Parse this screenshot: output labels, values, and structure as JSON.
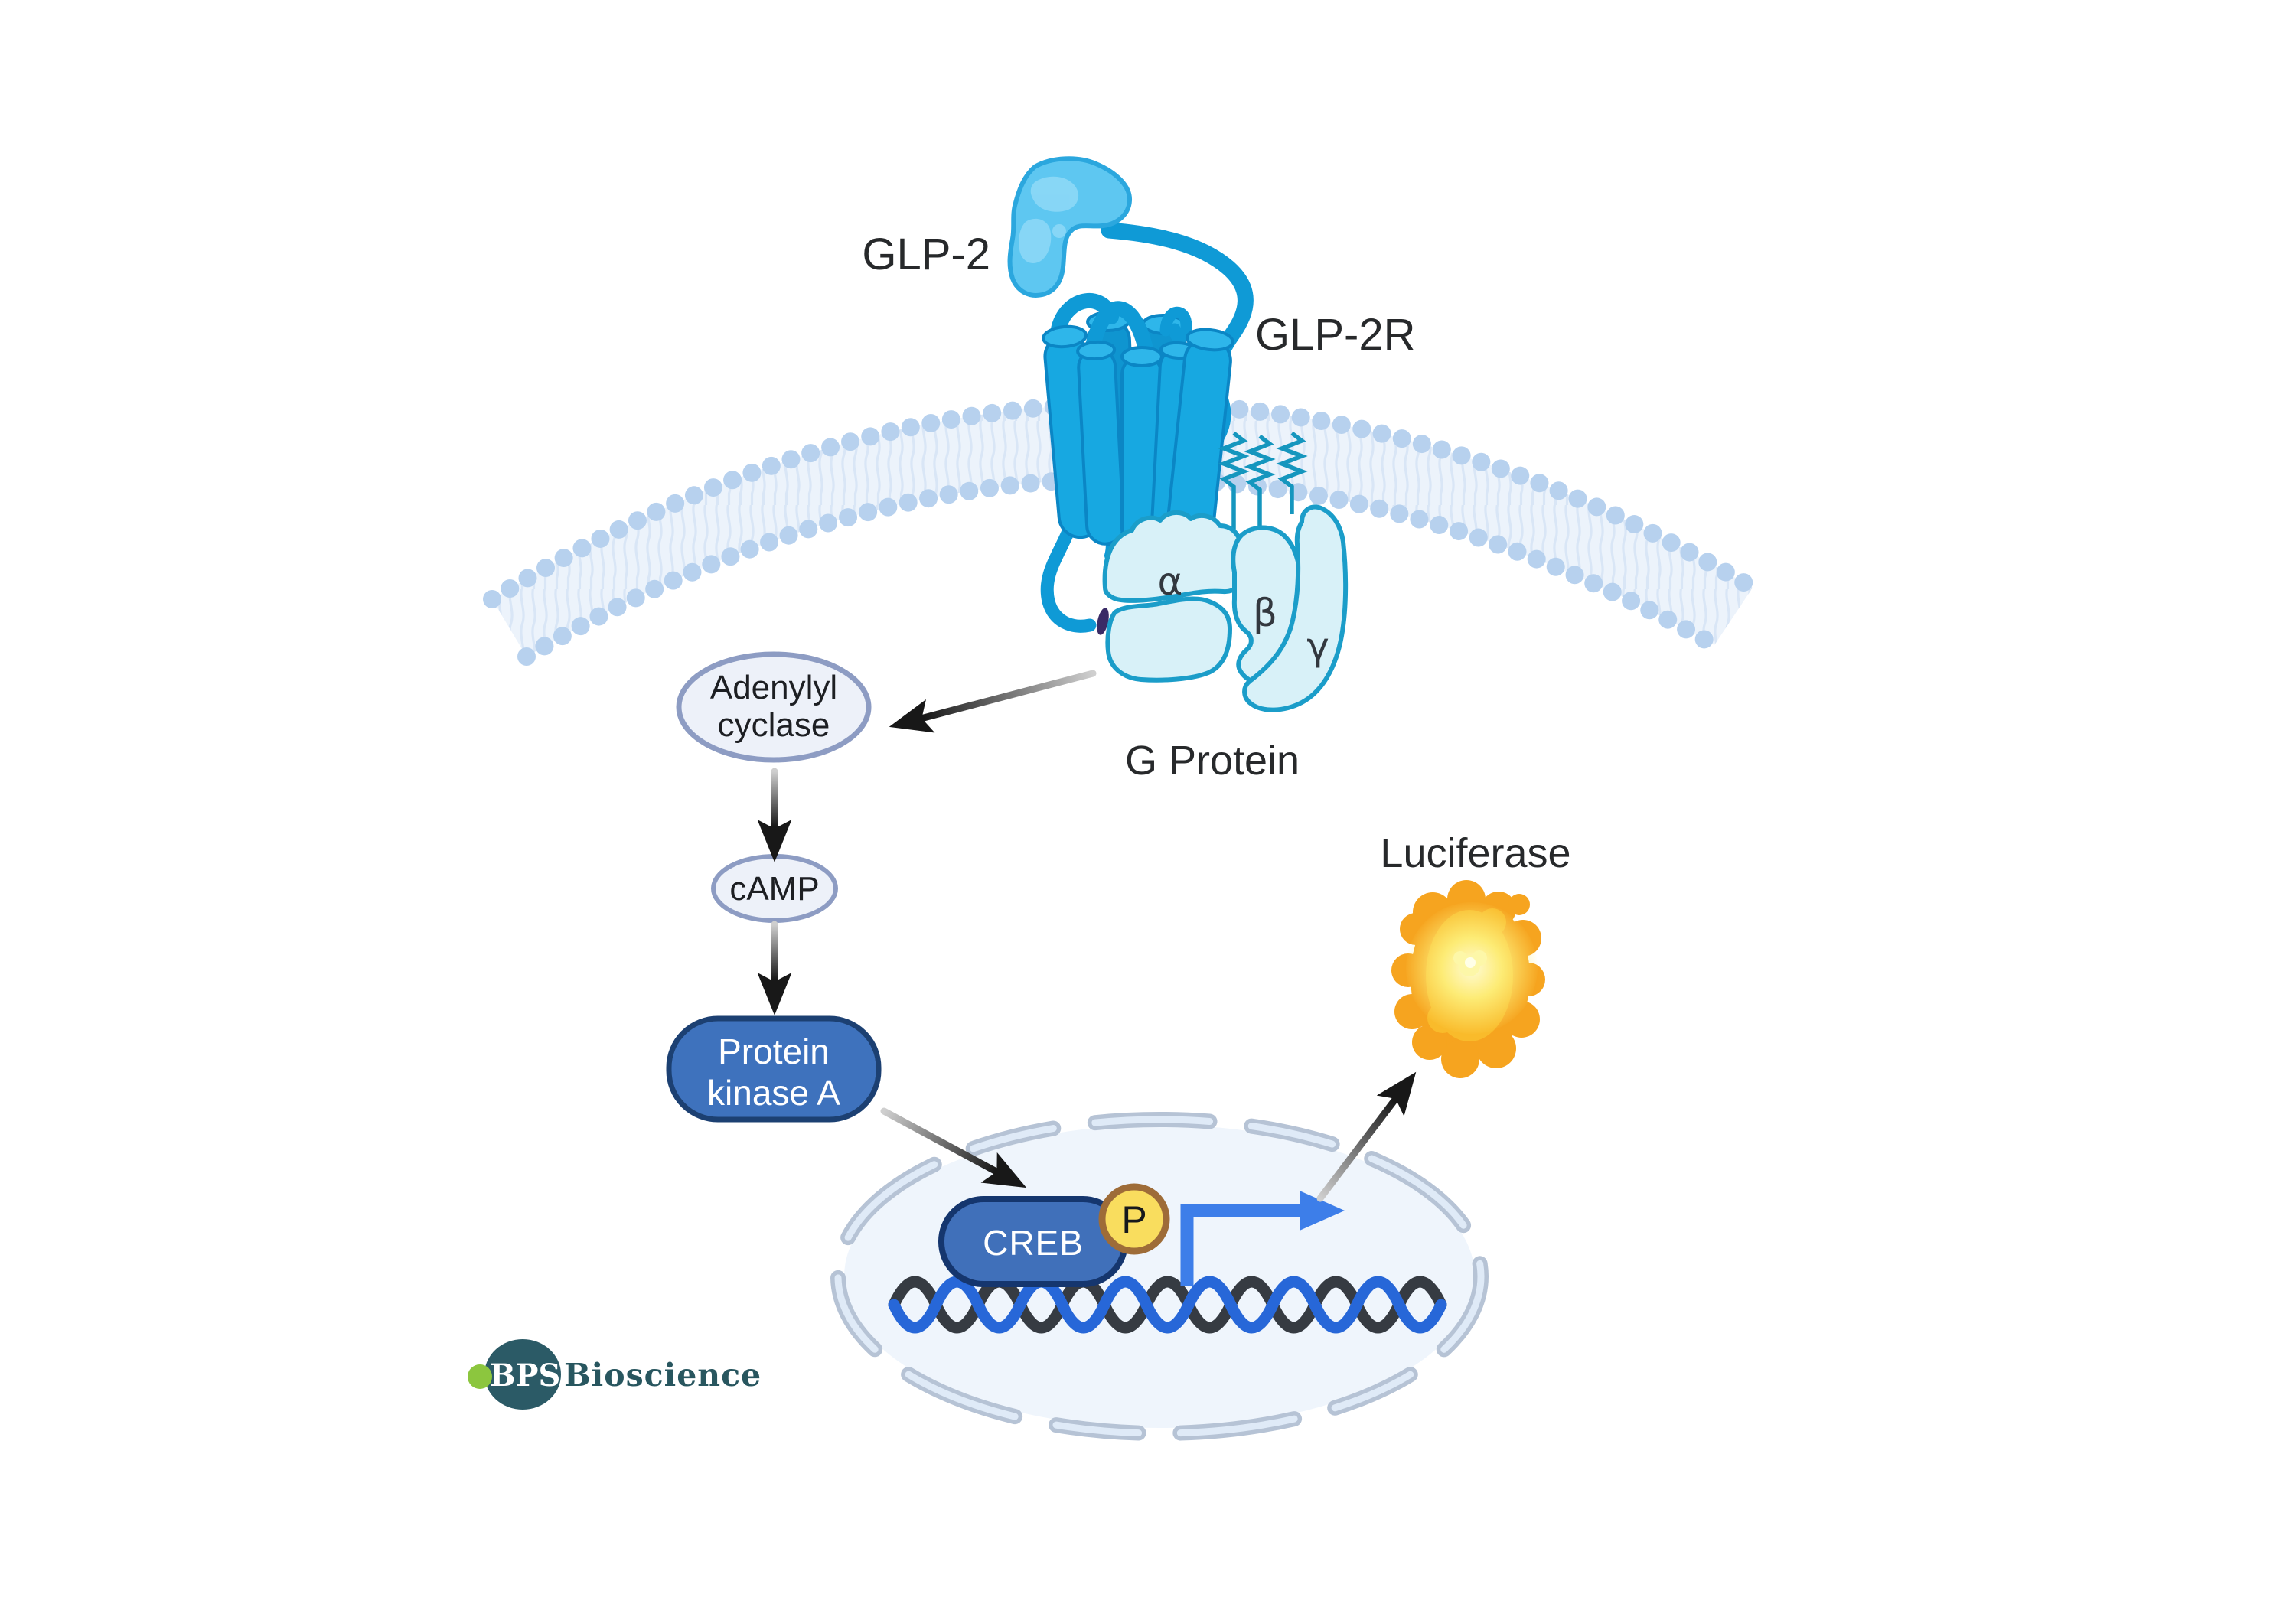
{
  "labels": {
    "glp2": "GLP-2",
    "glp2r": "GLP-2R",
    "g_protein": "G Protein",
    "adenylyl_1": "Adenylyl",
    "adenylyl_2": "cyclase",
    "camp": "cAMP",
    "pka_1": "Protein",
    "pka_2": "kinase A",
    "creb": "CREB",
    "phospho": "P",
    "luciferase": "Luciferase"
  },
  "greek": {
    "alpha": "α",
    "beta": "β",
    "gamma": "γ"
  },
  "logo": {
    "bps": "BPS",
    "bioscience": "Bioscience"
  },
  "colors": {
    "background": "#ffffff",
    "text": "#27292b",
    "receptor": "#17a8e1",
    "receptor_back": "#0f95d0",
    "receptor_stroke": "#0b86c5",
    "receptor_top": "#2eb6ea",
    "ligand_fill": "#5ec7f1",
    "ligand_light": "#8fd9f7",
    "ligand_stroke": "#2ba7de",
    "membrane_band": "#ecf3fb",
    "membrane_head": "#b7d1ee",
    "membrane_tail": "#d9e6f6",
    "gprotein_fill": "#d8f1f8",
    "gprotein_stroke": "#1b9dc9",
    "anchor_teal": "#1596be",
    "purple_sliver": "#3a2b66",
    "node_fill": "#edf1f9",
    "node_stroke": "#8d9cc3",
    "pka_fill": "#3e72bd",
    "pka_stroke": "#1c4072",
    "creb_fill": "#4070ba",
    "creb_stroke": "#15366e",
    "p_fill": "#f9dd5e",
    "p_stroke": "#9e6c38",
    "nucleus_fill": "#eff5fc",
    "nucleus_envelope_outer": "#b6c3d5",
    "nucleus_envelope_inner": "#dfeaf7",
    "dna_dark": "#363b42",
    "dna_blue": "#2767d8",
    "transcription_arrow": "#3d7ee9",
    "arrow_dark": "#181818",
    "arrow_light": "#cfcfcf",
    "luciferase_orange": "#f6a41f",
    "luciferase_mid": "#f9bb2b",
    "luciferase_glow": "#fdee79",
    "logo_teal": "#2b5a66",
    "logo_green": "#8cc63e"
  }
}
